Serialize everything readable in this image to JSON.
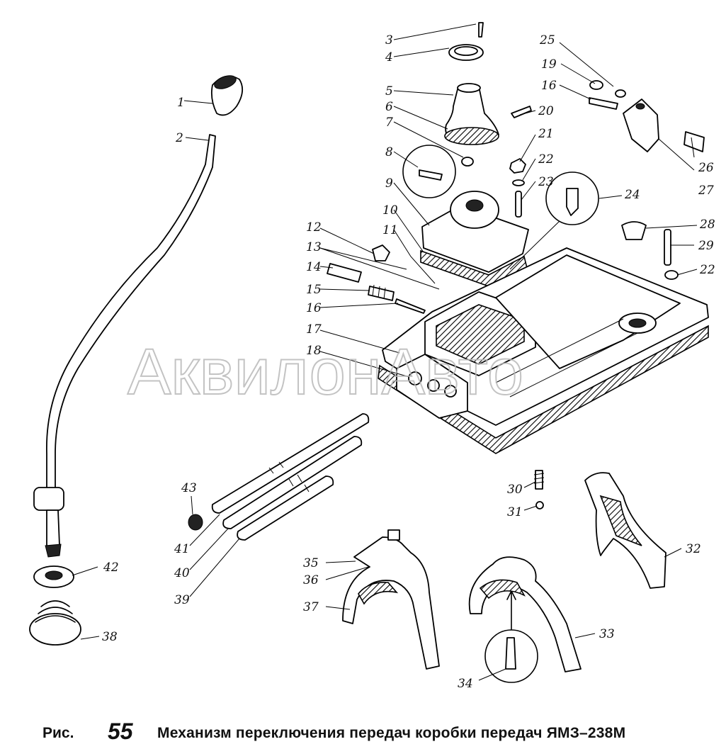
{
  "figure": {
    "prefix": "Рис.",
    "number": "55",
    "title": "Механизм переключения передач коробки передач ЯМЗ–238М"
  },
  "watermark": "АквилонАвто",
  "callouts": [
    "1",
    "2",
    "3",
    "4",
    "5",
    "6",
    "7",
    "8",
    "9",
    "10",
    "11",
    "12",
    "13",
    "14",
    "15",
    "16",
    "17",
    "18",
    "19",
    "20",
    "21",
    "22",
    "23",
    "24",
    "25",
    "26",
    "27",
    "28",
    "29",
    "30",
    "31",
    "32",
    "33",
    "34",
    "35",
    "36",
    "37",
    "38",
    "39",
    "40",
    "41",
    "42",
    "43"
  ],
  "callout_22_second": "22",
  "callout_16_second": "16",
  "colors": {
    "ink": "#000000",
    "watermark": "#b9b9b9",
    "paper": "#ffffff"
  }
}
